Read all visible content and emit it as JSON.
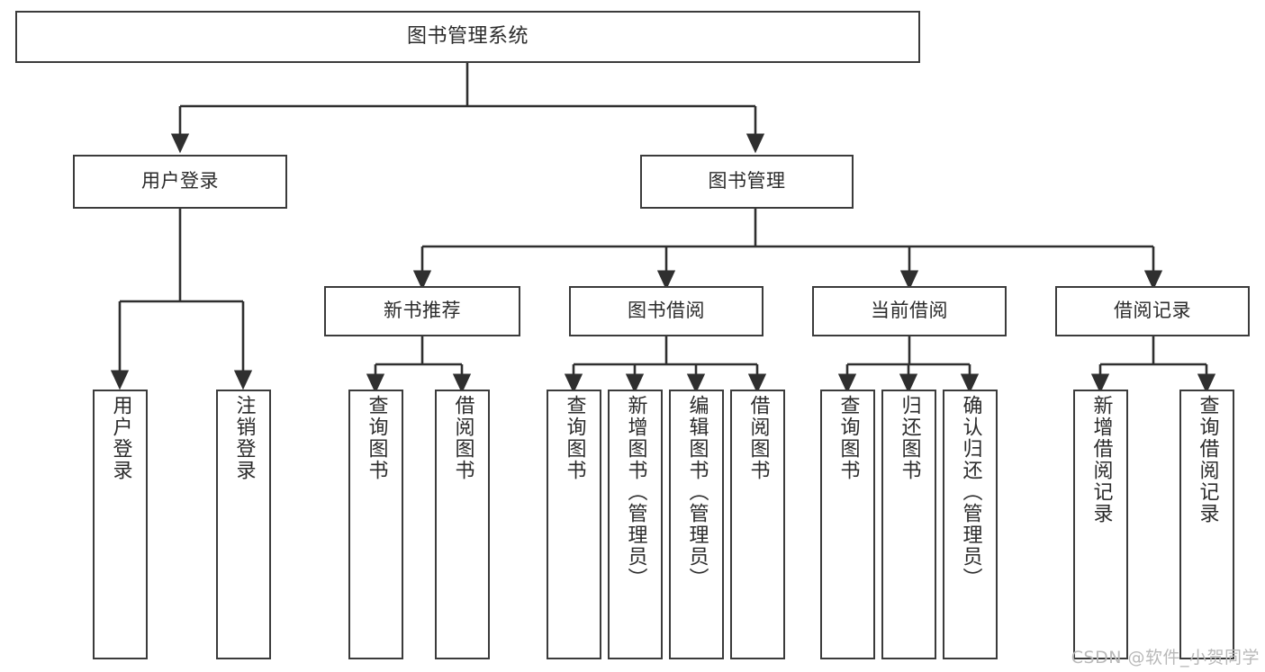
{
  "diagram": {
    "type": "tree-hierarchy",
    "title": "图书管理系统",
    "orientation": "top-down",
    "edge_style": "orthogonal-arrow",
    "colors": {
      "box_border": "#3b3b3b",
      "box_fill": "#ffffff",
      "text": "#2b2b2b",
      "edge": "#2f2f2f",
      "watermark": "#b9b9b9",
      "background": "#ffffff"
    },
    "levels": {
      "level1": [
        {
          "id": "root",
          "label": "图书管理系统",
          "orientation": "horizontal"
        }
      ],
      "level2": [
        {
          "id": "n-user-login",
          "label": "用户登录",
          "orientation": "horizontal"
        },
        {
          "id": "n-book-mgmt",
          "label": "图书管理",
          "orientation": "horizontal"
        }
      ],
      "level3": [
        {
          "id": "n-new-book-rec",
          "label": "新书推荐",
          "orientation": "horizontal"
        },
        {
          "id": "n-book-borrow",
          "label": "图书借阅",
          "orientation": "horizontal"
        },
        {
          "id": "n-current-borrow",
          "label": "当前借阅",
          "orientation": "horizontal"
        },
        {
          "id": "n-borrow-record",
          "label": "借阅记录",
          "orientation": "horizontal"
        }
      ],
      "level4": [
        {
          "id": "l-user-login",
          "label": "用户登录",
          "orientation": "vertical",
          "parent": "n-user-login"
        },
        {
          "id": "l-logout",
          "label": "注销登录",
          "orientation": "vertical",
          "parent": "n-user-login"
        },
        {
          "id": "l-query-book-1",
          "label": "查询图书",
          "orientation": "vertical",
          "parent": "n-new-book-rec"
        },
        {
          "id": "l-borrow-book-1",
          "label": "借阅图书",
          "orientation": "vertical",
          "parent": "n-new-book-rec"
        },
        {
          "id": "l-query-book-2",
          "label": "查询图书",
          "orientation": "vertical",
          "parent": "n-book-borrow"
        },
        {
          "id": "l-add-book",
          "label": "新增图书（管理员）",
          "orientation": "vertical",
          "parent": "n-book-borrow"
        },
        {
          "id": "l-edit-book",
          "label": "编辑图书（管理员）",
          "orientation": "vertical",
          "parent": "n-book-borrow"
        },
        {
          "id": "l-borrow-book-2",
          "label": "借阅图书",
          "orientation": "vertical",
          "parent": "n-book-borrow"
        },
        {
          "id": "l-query-book-3",
          "label": "查询图书",
          "orientation": "vertical",
          "parent": "n-current-borrow"
        },
        {
          "id": "l-return-book",
          "label": "归还图书",
          "orientation": "vertical",
          "parent": "n-current-borrow"
        },
        {
          "id": "l-confirm-return",
          "label": "确认归还（管理员）",
          "orientation": "vertical",
          "parent": "n-current-borrow"
        },
        {
          "id": "l-add-record",
          "label": "新增借阅记录",
          "orientation": "vertical",
          "parent": "n-borrow-record"
        },
        {
          "id": "l-query-record",
          "label": "查询借阅记录",
          "orientation": "vertical",
          "parent": "n-borrow-record"
        }
      ]
    },
    "watermark": "CSDN @软件_小贺同学"
  }
}
